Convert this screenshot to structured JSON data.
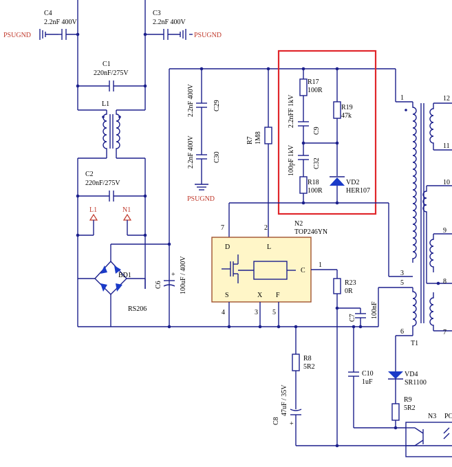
{
  "colors": {
    "wire": "#1b1f8c",
    "text": "#000000",
    "highlight_box": "#e0262a",
    "ic_fill": "#fff6c8",
    "ic_border": "#a0522d",
    "diode_fill": "#1a3ac8",
    "net_red": "#c0392b"
  },
  "psugnd": {
    "left": "PSUGND",
    "right": "PSUGND",
    "bottom": "PSUGND"
  },
  "caps": {
    "c4": {
      "ref": "C4",
      "value": "2.2nF 400V"
    },
    "c3": {
      "ref": "C3",
      "value": "2.2nF 400V"
    },
    "c1": {
      "ref": "C1",
      "value": "220nF/275V"
    },
    "c2": {
      "ref": "C2",
      "value": "220nF/275V"
    },
    "c29": {
      "ref": "C29",
      "value": "2.2nF 400V"
    },
    "c30": {
      "ref": "C30",
      "value": "2.2nF 400V"
    },
    "c9": {
      "ref": "C9",
      "value": "2.2nFF 1kV"
    },
    "c32": {
      "ref": "C32",
      "value": "100pF 1kV"
    },
    "c6": {
      "ref": "C6",
      "value": "100uF / 400V"
    },
    "c7": {
      "ref": "C7",
      "value": "100nF"
    },
    "c10": {
      "ref": "C10",
      "value": "1uF"
    },
    "c8": {
      "ref": "C8",
      "value": "47uF / 35V"
    }
  },
  "inductor": {
    "ref": "L1"
  },
  "nets": {
    "l1": "L1",
    "n1": "N1"
  },
  "bridge": {
    "ref": "BD1",
    "value": "RS206"
  },
  "resistors": {
    "r7": {
      "ref": "R7",
      "value": "1M8"
    },
    "r17": {
      "ref": "R17",
      "value": "100R"
    },
    "r18": {
      "ref": "R18",
      "value": "100R"
    },
    "r19": {
      "ref": "R19",
      "value": "47k"
    },
    "r23": {
      "ref": "R23",
      "value": "0R"
    },
    "r8": {
      "ref": "R8",
      "value": "5R2"
    },
    "r9": {
      "ref": "R9",
      "value": "5R2"
    }
  },
  "diodes": {
    "vd2": {
      "ref": "VD2",
      "value": "HER107"
    },
    "vd4": {
      "ref": "VD4",
      "value": "SR1100"
    }
  },
  "ic": {
    "ref": "N2",
    "part": "TOP246YN",
    "pins": {
      "D": "D",
      "L": "L",
      "C": "C",
      "S": "S",
      "X": "X",
      "F": "F"
    },
    "pin_numbers": {
      "p7": "7",
      "p2": "2",
      "p1": "1",
      "p4": "4",
      "p3": "3",
      "p5": "5"
    }
  },
  "transformer": {
    "ref": "T1",
    "pins": {
      "p1": "1",
      "p3": "3",
      "p5": "5",
      "p6": "6",
      "p12": "12",
      "p11": "11",
      "p10": "10",
      "p9": "9",
      "p8": "8",
      "p7": "7"
    }
  },
  "optocoupler": {
    "ref": "N3",
    "label": "PC"
  }
}
